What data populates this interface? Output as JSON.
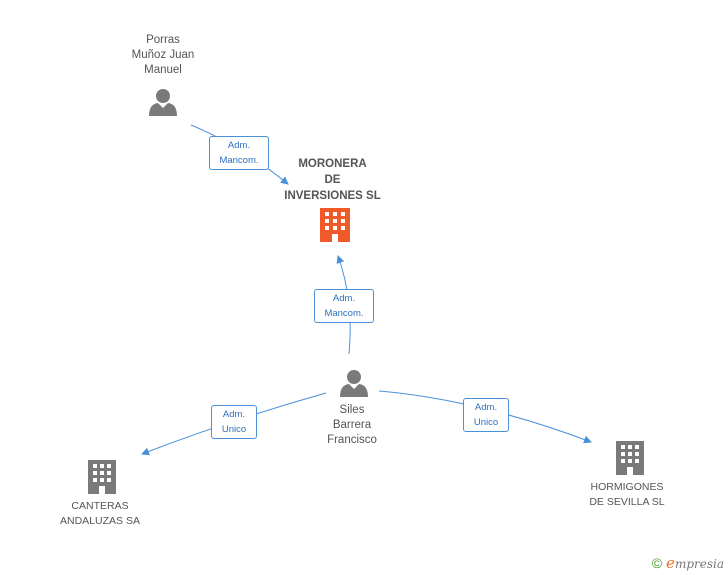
{
  "nodes": {
    "porras": {
      "lines": [
        "Porras",
        "Muñoz Juan",
        "Manuel"
      ]
    },
    "moronera": {
      "lines": [
        "MORONERA",
        "DE",
        "INVERSIONES SL"
      ]
    },
    "siles": {
      "lines": [
        "Siles",
        "Barrera",
        "Francisco"
      ]
    },
    "canteras": {
      "lines": [
        "CANTERAS",
        "ANDALUZAS SA"
      ]
    },
    "hormigones": {
      "lines": [
        "HORMIGONES",
        "DE SEVILLA SL"
      ]
    }
  },
  "edges": {
    "porras_moronera": {
      "line1": "Adm.",
      "line2": "Mancom."
    },
    "siles_moronera": {
      "line1": "Adm.",
      "line2": "Mancom."
    },
    "siles_canteras": {
      "line1": "Adm.",
      "line2": "Unico"
    },
    "siles_hormigones": {
      "line1": "Adm.",
      "line2": "Unico"
    }
  },
  "colors": {
    "person_icon": "#7a7a7a",
    "company_icon": "#7a7a7a",
    "focus_company_icon": "#f05a28",
    "edge": "#4a90d9"
  },
  "footer": {
    "copyright_symbol": "©",
    "brand_first": "e",
    "brand_rest": "mpresia"
  }
}
